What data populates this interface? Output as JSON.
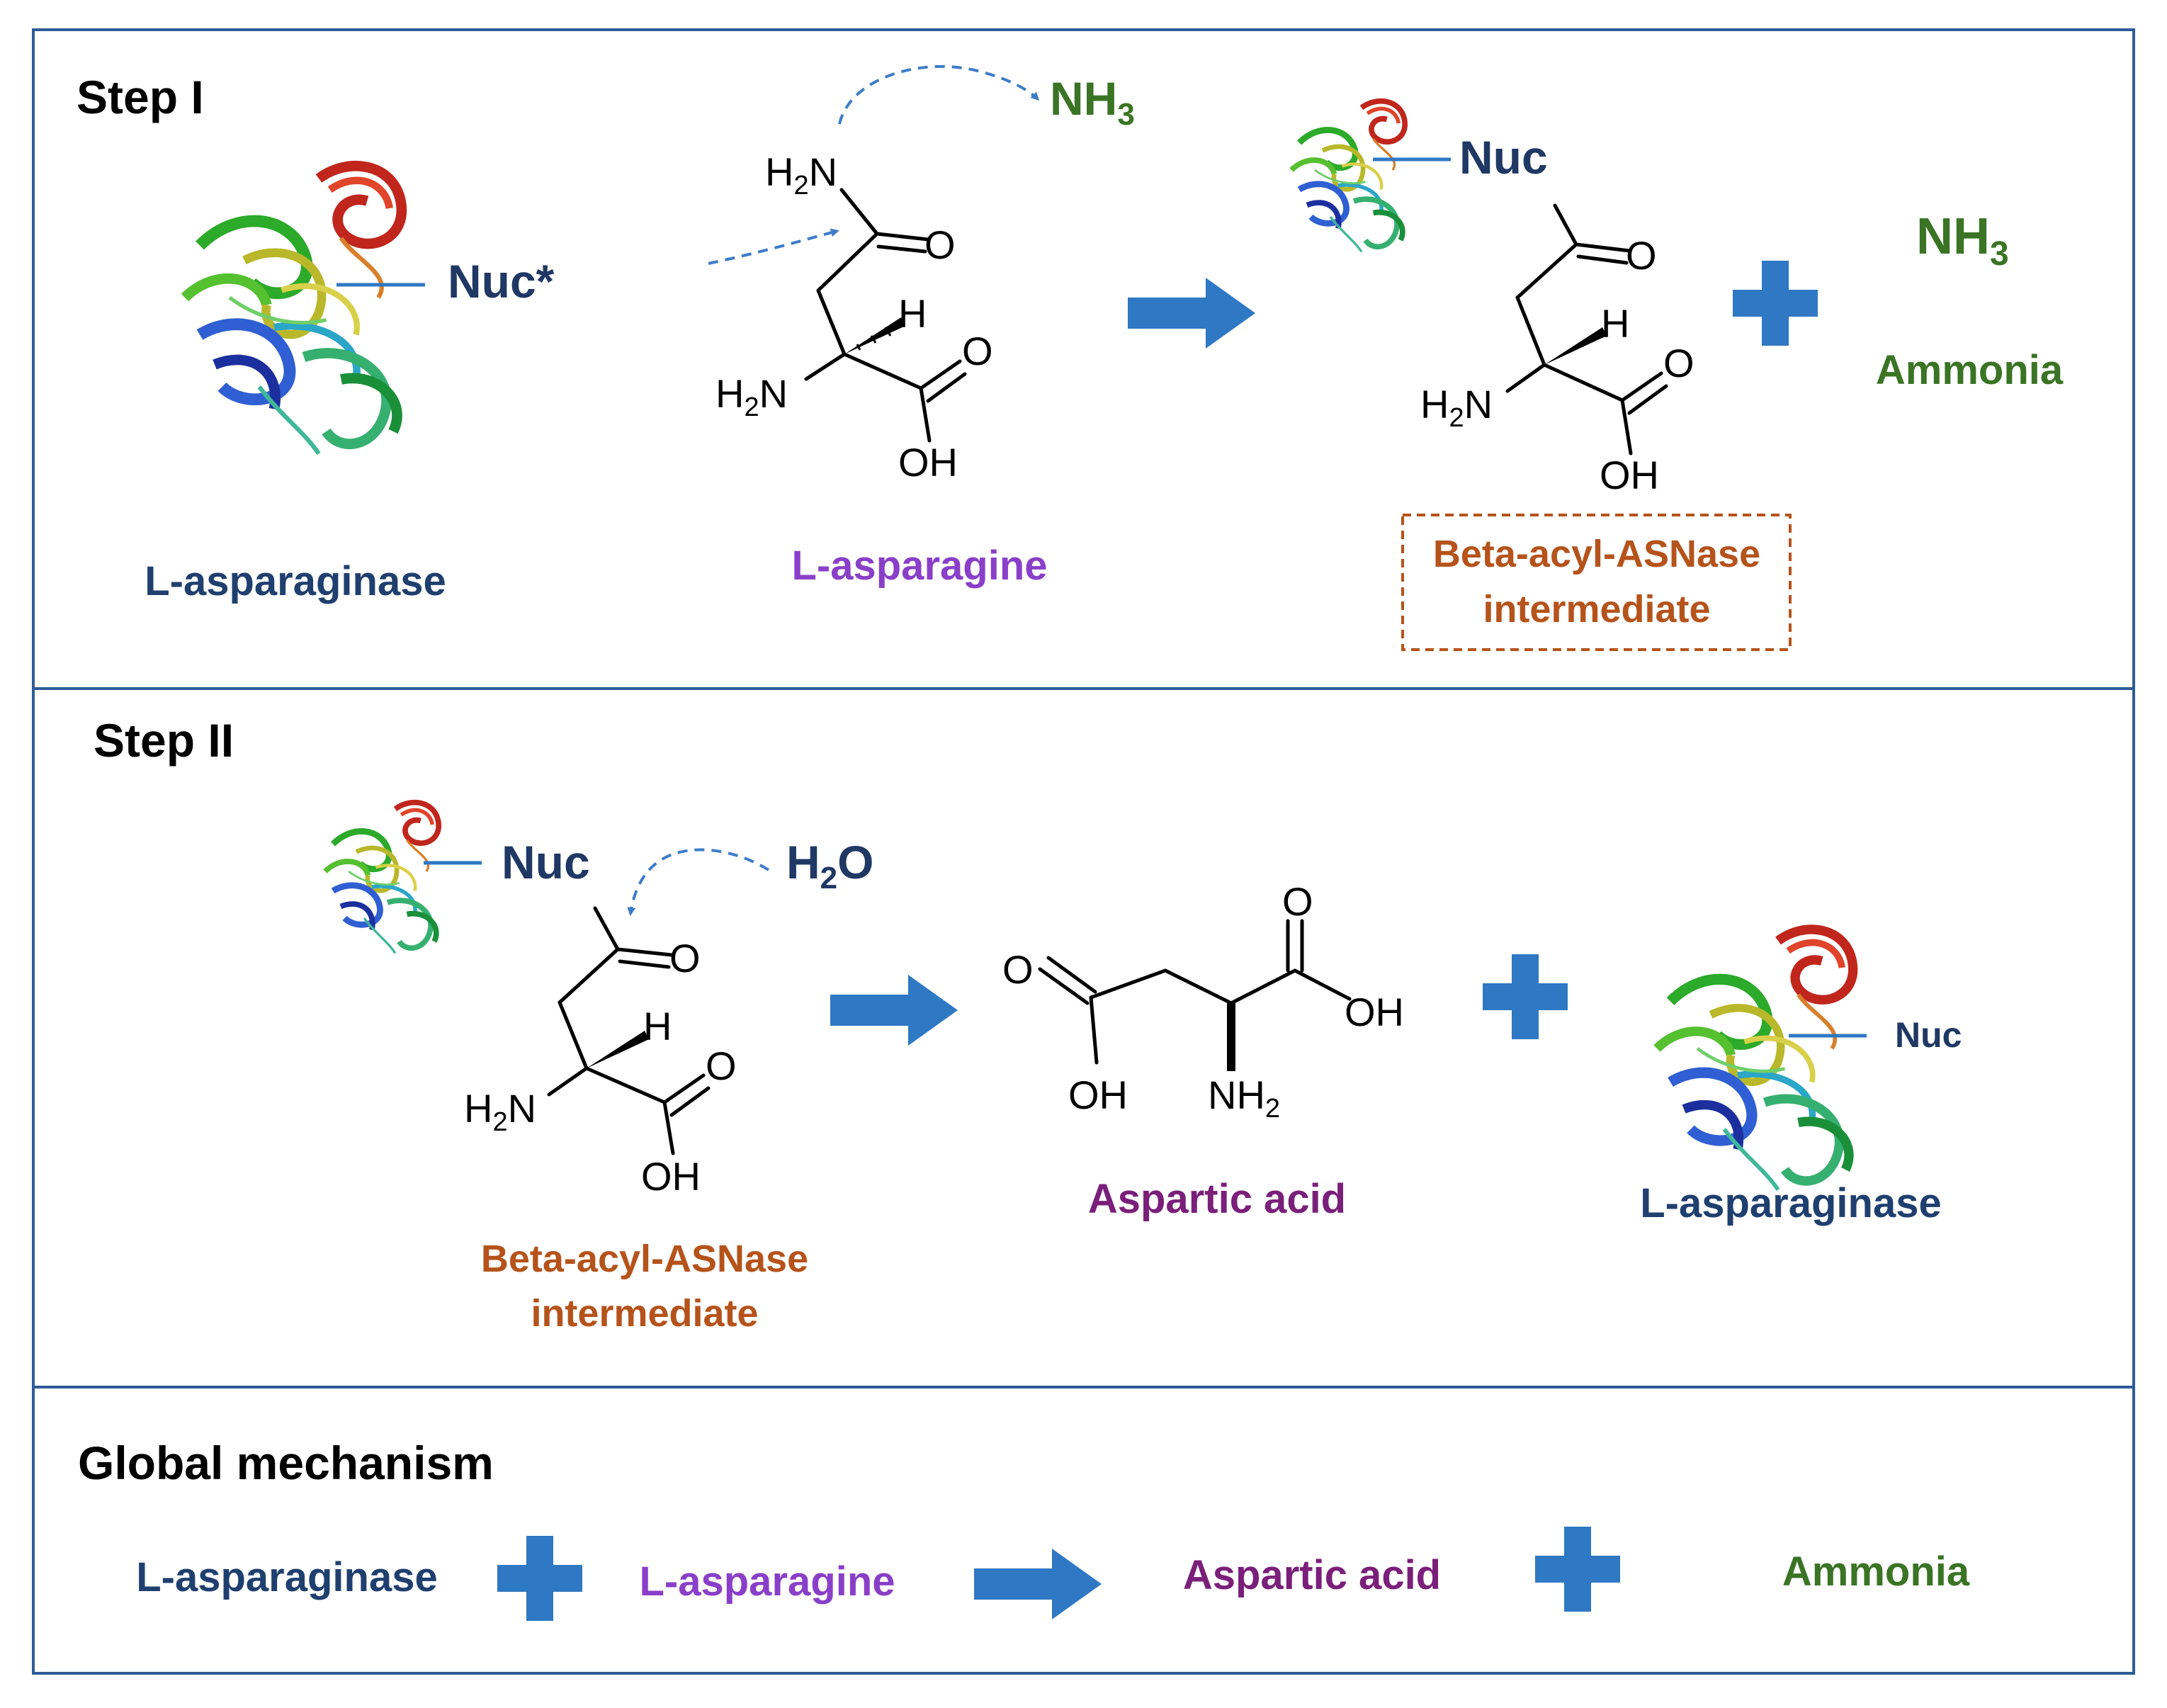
{
  "colors": {
    "frame": "#2E5C99",
    "enzyme_label": "#1F3F6F",
    "substrate": "#8A3FC8",
    "product": "#7A1F7A",
    "ammonia": "#3A7424",
    "intermediate": "#B5531B",
    "arrow_fill": "#2F78C4",
    "dashed_arrow": "#3E7CC8",
    "nuc_dark": "#1F3864"
  },
  "icons": [
    "protein-ribbon-icon",
    "block-arrow-icon",
    "plus-icon",
    "dashed-curved-arrow-icon"
  ],
  "step1": {
    "title": "Step I",
    "enzyme_label": "L-asparaginase",
    "nuc_star": "Nuc*",
    "substrate_label": "L-asparagine",
    "nh3_top": "NH",
    "nh3_top_sub": "3",
    "nuc": "Nuc",
    "nh3": "NH",
    "nh3_sub": "3",
    "ammonia": "Ammonia",
    "intermediate_line1": "Beta-acyl-ASNase",
    "intermediate_line2": "intermediate"
  },
  "step2": {
    "title": "Step II",
    "nuc": "Nuc",
    "h2o_h": "H",
    "h2o_sub": "2",
    "h2o_o": "O",
    "intermediate_line1": "Beta-acyl-ASNase",
    "intermediate_line2": "intermediate",
    "product_label": "Aspartic acid",
    "enzyme_nuc": "Nuc",
    "enzyme_label": "L-asparaginase"
  },
  "global": {
    "title": "Global mechanism",
    "enzyme": "L-asparaginase",
    "substrate": "L-asparagine",
    "product": "Aspartic acid",
    "ammonia": "Ammonia"
  },
  "chem": {
    "h2n": "H",
    "two": "2",
    "n": "N",
    "h": "H",
    "o": "O",
    "oh": "OH",
    "nh2_nh": "NH",
    "nh2_sub": "2"
  }
}
